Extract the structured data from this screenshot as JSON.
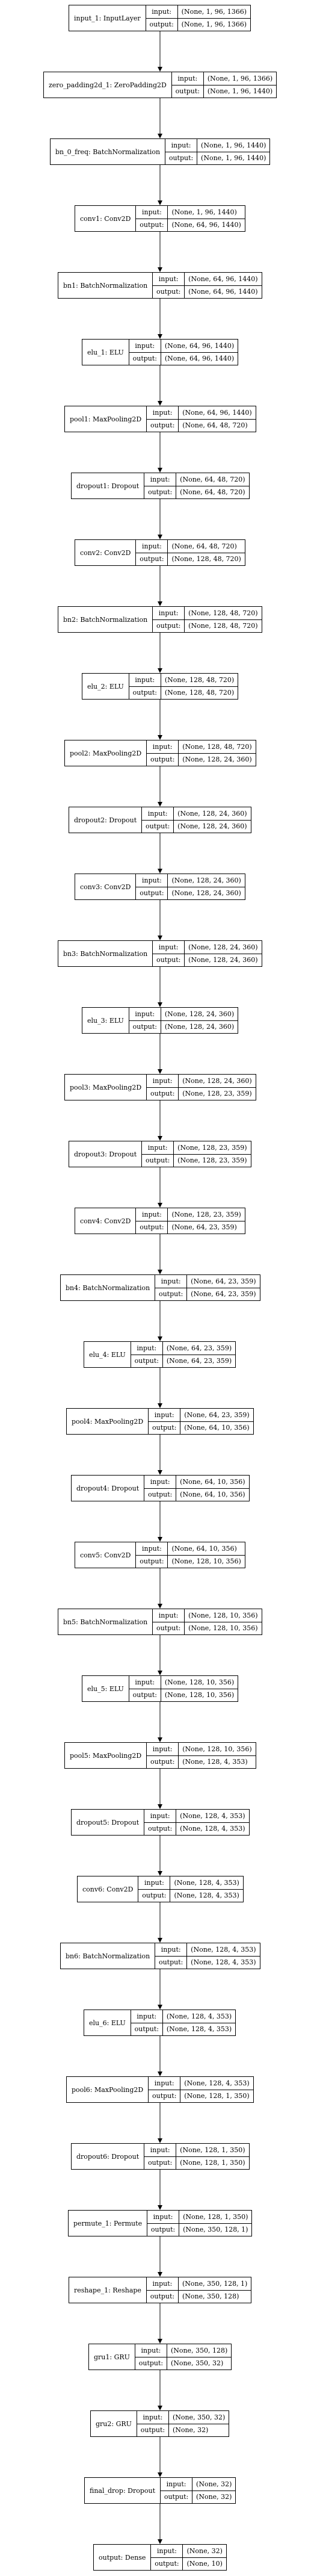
{
  "io_labels": {
    "input": "input:",
    "output": "output:"
  },
  "layers": [
    {
      "name": "input_1: InputLayer",
      "input": "(None, 1, 96, 1366)",
      "output": "(None, 1, 96, 1366)"
    },
    {
      "name": "zero_padding2d_1: ZeroPadding2D",
      "input": "(None, 1, 96, 1366)",
      "output": "(None, 1, 96, 1440)"
    },
    {
      "name": "bn_0_freq: BatchNormalization",
      "input": "(None, 1, 96, 1440)",
      "output": "(None, 1, 96, 1440)"
    },
    {
      "name": "conv1: Conv2D",
      "input": "(None, 1, 96, 1440)",
      "output": "(None, 64, 96, 1440)"
    },
    {
      "name": "bn1: BatchNormalization",
      "input": "(None, 64, 96, 1440)",
      "output": "(None, 64, 96, 1440)"
    },
    {
      "name": "elu_1: ELU",
      "input": "(None, 64, 96, 1440)",
      "output": "(None, 64, 96, 1440)"
    },
    {
      "name": "pool1: MaxPooling2D",
      "input": "(None, 64, 96, 1440)",
      "output": "(None, 64, 48, 720)"
    },
    {
      "name": "dropout1: Dropout",
      "input": "(None, 64, 48, 720)",
      "output": "(None, 64, 48, 720)"
    },
    {
      "name": "conv2: Conv2D",
      "input": "(None, 64, 48, 720)",
      "output": "(None, 128, 48, 720)"
    },
    {
      "name": "bn2: BatchNormalization",
      "input": "(None, 128, 48, 720)",
      "output": "(None, 128, 48, 720)"
    },
    {
      "name": "elu_2: ELU",
      "input": "(None, 128, 48, 720)",
      "output": "(None, 128, 48, 720)"
    },
    {
      "name": "pool2: MaxPooling2D",
      "input": "(None, 128, 48, 720)",
      "output": "(None, 128, 24, 360)"
    },
    {
      "name": "dropout2: Dropout",
      "input": "(None, 128, 24, 360)",
      "output": "(None, 128, 24, 360)"
    },
    {
      "name": "conv3: Conv2D",
      "input": "(None, 128, 24, 360)",
      "output": "(None, 128, 24, 360)"
    },
    {
      "name": "bn3: BatchNormalization",
      "input": "(None, 128, 24, 360)",
      "output": "(None, 128, 24, 360)"
    },
    {
      "name": "elu_3: ELU",
      "input": "(None, 128, 24, 360)",
      "output": "(None, 128, 24, 360)"
    },
    {
      "name": "pool3: MaxPooling2D",
      "input": "(None, 128, 24, 360)",
      "output": "(None, 128, 23, 359)"
    },
    {
      "name": "dropout3: Dropout",
      "input": "(None, 128, 23, 359)",
      "output": "(None, 128, 23, 359)"
    },
    {
      "name": "conv4: Conv2D",
      "input": "(None, 128, 23, 359)",
      "output": "(None, 64, 23, 359)"
    },
    {
      "name": "bn4: BatchNormalization",
      "input": "(None, 64, 23, 359)",
      "output": "(None, 64, 23, 359)"
    },
    {
      "name": "elu_4: ELU",
      "input": "(None, 64, 23, 359)",
      "output": "(None, 64, 23, 359)"
    },
    {
      "name": "pool4: MaxPooling2D",
      "input": "(None, 64, 23, 359)",
      "output": "(None, 64, 10, 356)"
    },
    {
      "name": "dropout4: Dropout",
      "input": "(None, 64, 10, 356)",
      "output": "(None, 64, 10, 356)"
    },
    {
      "name": "conv5: Conv2D",
      "input": "(None, 64, 10, 356)",
      "output": "(None, 128, 10, 356)"
    },
    {
      "name": "bn5: BatchNormalization",
      "input": "(None, 128, 10, 356)",
      "output": "(None, 128, 10, 356)"
    },
    {
      "name": "elu_5: ELU",
      "input": "(None, 128, 10, 356)",
      "output": "(None, 128, 10, 356)"
    },
    {
      "name": "pool5: MaxPooling2D",
      "input": "(None, 128, 10, 356)",
      "output": "(None, 128, 4, 353)"
    },
    {
      "name": "dropout5: Dropout",
      "input": "(None, 128, 4, 353)",
      "output": "(None, 128, 4, 353)"
    },
    {
      "name": "conv6: Conv2D",
      "input": "(None, 128, 4, 353)",
      "output": "(None, 128, 4, 353)"
    },
    {
      "name": "bn6: BatchNormalization",
      "input": "(None, 128, 4, 353)",
      "output": "(None, 128, 4, 353)"
    },
    {
      "name": "elu_6: ELU",
      "input": "(None, 128, 4, 353)",
      "output": "(None, 128, 4, 353)"
    },
    {
      "name": "pool6: MaxPooling2D",
      "input": "(None, 128, 4, 353)",
      "output": "(None, 128, 1, 350)"
    },
    {
      "name": "dropout6: Dropout",
      "input": "(None, 128, 1, 350)",
      "output": "(None, 128, 1, 350)"
    },
    {
      "name": "permute_1: Permute",
      "input": "(None, 128, 1, 350)",
      "output": "(None, 350, 128, 1)"
    },
    {
      "name": "reshape_1: Reshape",
      "input": "(None, 350, 128, 1)",
      "output": "(None, 350, 128)"
    },
    {
      "name": "gru1: GRU",
      "input": "(None, 350, 128)",
      "output": "(None, 350, 32)"
    },
    {
      "name": "gru2: GRU",
      "input": "(None, 350, 32)",
      "output": "(None, 32)"
    },
    {
      "name": "final_drop: Dropout",
      "input": "(None, 32)",
      "output": "(None, 32)"
    },
    {
      "name": "output: Dense",
      "input": "(None, 32)",
      "output": "(None, 10)"
    }
  ]
}
